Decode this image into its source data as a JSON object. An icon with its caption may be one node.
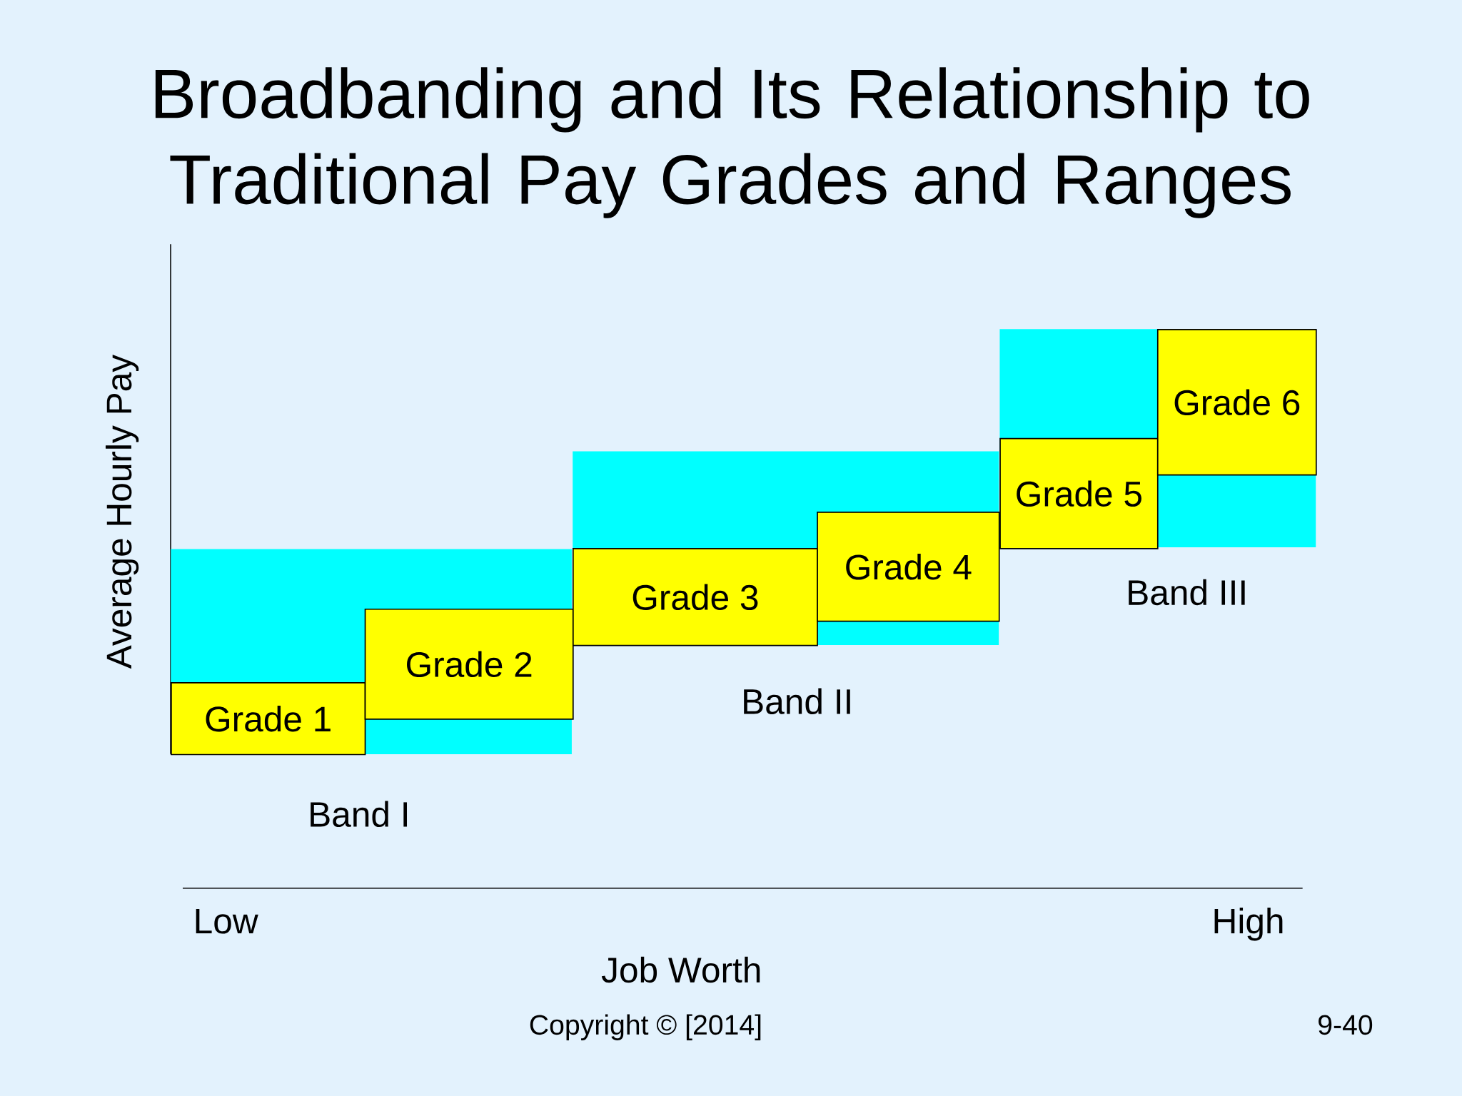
{
  "diagram": {
    "title": "Broadbanding and Its Relationship to Traditional Pay Grades and Ranges",
    "nodes": [
      {
        "text": [
          "Band I"
        ]
      },
      {
        "text": [
          "Grade 1"
        ],
        "in": 0
      },
      {
        "text": [
          "Grade 2"
        ],
        "in": 0
      },
      {
        "text": [
          "Band II"
        ]
      },
      {
        "text": [
          "Grade 3"
        ],
        "in": 3
      },
      {
        "text": [
          "Grade 4"
        ],
        "in": 3
      },
      {
        "text": [
          "Band III"
        ]
      },
      {
        "text": [
          "Grade 5"
        ],
        "in": 6
      },
      {
        "text": [
          "Grade 6"
        ],
        "in": 6
      }
    ],
    "labels": [
      "Average Hourly Pay",
      "Low",
      "High",
      "Job Worth",
      "Copyright © [2014]",
      "9-40"
    ]
  }
}
